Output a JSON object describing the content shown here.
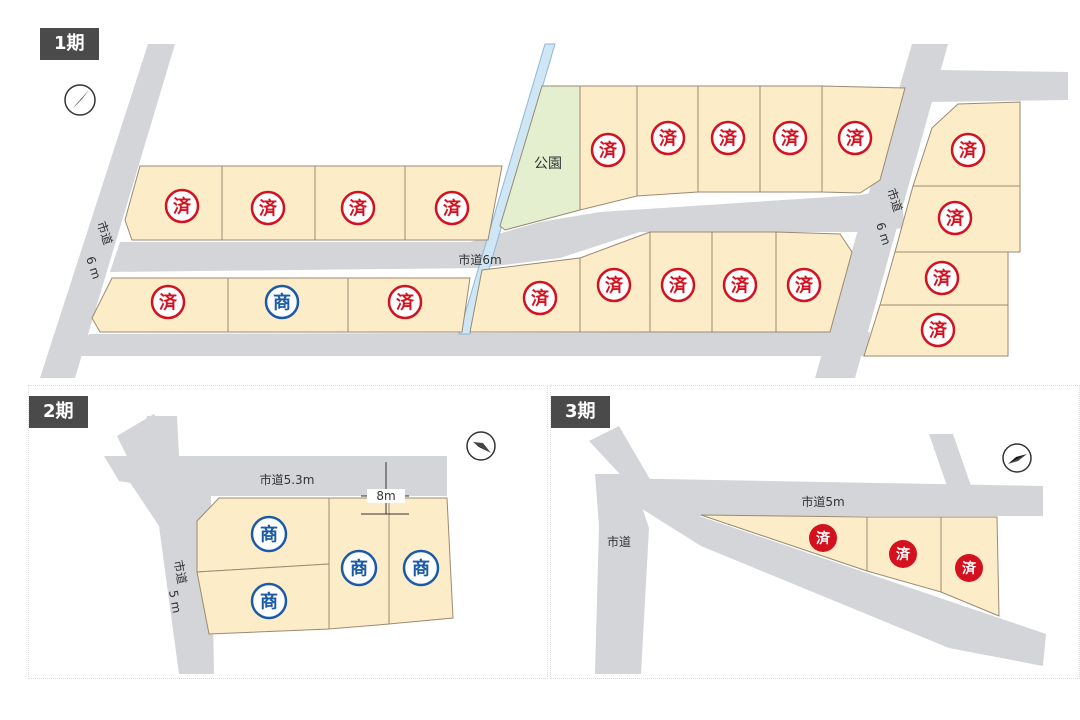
{
  "phase1": {
    "tag": "1期",
    "roads": {
      "main": "市道6m",
      "left_top": "市道",
      "left_bottom": "6 m",
      "right_top": "市道",
      "right_bottom": "6 m"
    },
    "park": "公園",
    "lots": [
      {
        "status": "済",
        "label": "済"
      },
      {
        "status": "済",
        "label": "済"
      },
      {
        "status": "済",
        "label": "済"
      },
      {
        "status": "済",
        "label": "済"
      },
      {
        "status": "済",
        "label": "済"
      },
      {
        "status": "済",
        "label": "済"
      },
      {
        "status": "済",
        "label": "済"
      },
      {
        "status": "済",
        "label": "済"
      },
      {
        "status": "済",
        "label": "済"
      },
      {
        "status": "済",
        "label": "済"
      },
      {
        "status": "済",
        "label": "済"
      },
      {
        "status": "済",
        "label": "済"
      },
      {
        "status": "済",
        "label": "済"
      },
      {
        "status": "済",
        "label": "済"
      },
      {
        "status": "商",
        "label": "商"
      },
      {
        "status": "済",
        "label": "済"
      },
      {
        "status": "済",
        "label": "済"
      },
      {
        "status": "済",
        "label": "済"
      },
      {
        "status": "済",
        "label": "済"
      },
      {
        "status": "済",
        "label": "済"
      },
      {
        "status": "済",
        "label": "済"
      }
    ]
  },
  "phase2": {
    "tag": "2期",
    "roads": {
      "top": "市道5.3m",
      "left_top": "市道",
      "left_bottom": "5 m",
      "width": "8m"
    },
    "lots": [
      {
        "status": "商",
        "label": "商"
      },
      {
        "status": "商",
        "label": "商"
      },
      {
        "status": "商",
        "label": "商"
      },
      {
        "status": "商",
        "label": "商"
      }
    ]
  },
  "phase3": {
    "tag": "3期",
    "roads": {
      "top": "市道5m",
      "left": "市道"
    },
    "lots": [
      {
        "status": "済",
        "label": "済"
      },
      {
        "status": "済",
        "label": "済"
      },
      {
        "status": "済",
        "label": "済"
      }
    ]
  },
  "colors": {
    "lot": "#fdecc8",
    "road": "#d3d5d8",
    "park": "#e3efcf",
    "water": "#cfe6f5",
    "sold": "#d4121f",
    "negotiating": "#1a5aa8"
  }
}
